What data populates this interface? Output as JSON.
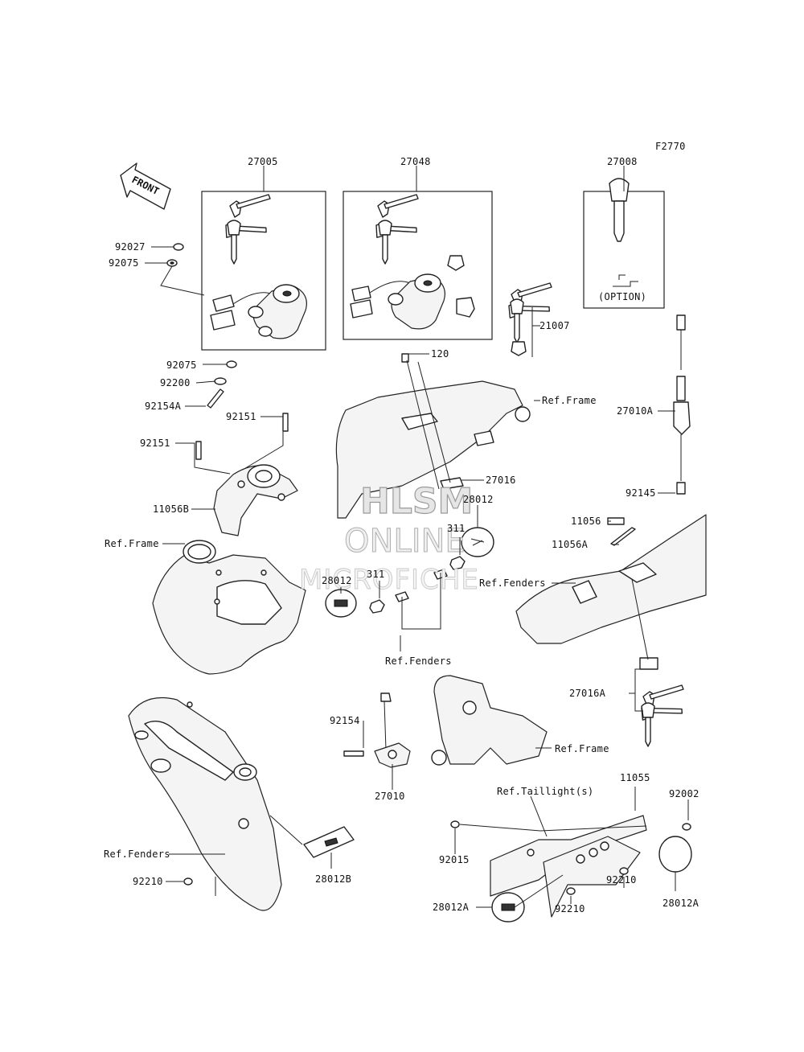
{
  "diagram": {
    "figure_code": "F2770",
    "front_label": "FRONT",
    "option_note": "(OPTION)",
    "watermark": [
      "HLSM",
      "ONLINE",
      "MICROFICHE"
    ],
    "part_labels": [
      {
        "id": "p27005",
        "text": "27005"
      },
      {
        "id": "p27048",
        "text": "27048"
      },
      {
        "id": "p27008",
        "text": "27008"
      },
      {
        "id": "p92027",
        "text": "92027"
      },
      {
        "id": "p92075a",
        "text": "92075"
      },
      {
        "id": "p92075b",
        "text": "92075"
      },
      {
        "id": "p92200",
        "text": "92200"
      },
      {
        "id": "p92154A",
        "text": "92154A"
      },
      {
        "id": "p92151a",
        "text": "92151"
      },
      {
        "id": "p92151b",
        "text": "92151"
      },
      {
        "id": "p11056B",
        "text": "11056B"
      },
      {
        "id": "pRefFrame1",
        "text": "Ref.Frame"
      },
      {
        "id": "p120",
        "text": "120"
      },
      {
        "id": "pRefFrame2",
        "text": "Ref.Frame"
      },
      {
        "id": "p21007",
        "text": "21007"
      },
      {
        "id": "p27010A",
        "text": "27010A"
      },
      {
        "id": "p27016",
        "text": "27016"
      },
      {
        "id": "p28012a",
        "text": "28012"
      },
      {
        "id": "p311a",
        "text": "311"
      },
      {
        "id": "p311b",
        "text": "311"
      },
      {
        "id": "p28012b",
        "text": "28012"
      },
      {
        "id": "pRefFenders1",
        "text": "Ref.Fenders"
      },
      {
        "id": "pRefFenders2",
        "text": "Ref.Fenders"
      },
      {
        "id": "p92145",
        "text": "92145"
      },
      {
        "id": "p11056",
        "text": "11056"
      },
      {
        "id": "p11056A",
        "text": "11056A"
      },
      {
        "id": "pRefFenders3",
        "text": "Ref.Fenders"
      },
      {
        "id": "p27016A",
        "text": "27016A"
      },
      {
        "id": "p92154",
        "text": "92154"
      },
      {
        "id": "p27010",
        "text": "27010"
      },
      {
        "id": "pRefFrame3",
        "text": "Ref.Frame"
      },
      {
        "id": "pRefTaillight",
        "text": "Ref.Taillight(s)"
      },
      {
        "id": "p11055",
        "text": "11055"
      },
      {
        "id": "p92002",
        "text": "92002"
      },
      {
        "id": "p92015",
        "text": "92015"
      },
      {
        "id": "p92210a",
        "text": "92210"
      },
      {
        "id": "p92210b",
        "text": "92210"
      },
      {
        "id": "p92210c",
        "text": "92210"
      },
      {
        "id": "p28012A1",
        "text": "28012A"
      },
      {
        "id": "p28012A2",
        "text": "28012A"
      },
      {
        "id": "p28012B",
        "text": "28012B"
      }
    ]
  }
}
